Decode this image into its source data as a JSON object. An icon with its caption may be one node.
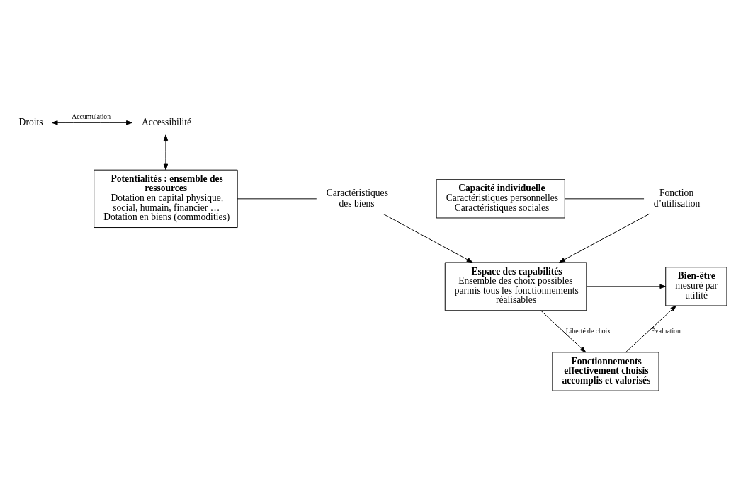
{
  "diagram": {
    "nodes": [
      {
        "text": [
          "Droits"
        ]
      },
      {
        "text": [
          "Accessibilité"
        ]
      },
      {
        "text": [
          "Potentialités : ensemble des ressources",
          "Dotation en capital physique, social, humain, financier …",
          "Dotation en biens (commodities)"
        ]
      },
      {
        "text": [
          "Caractéristiques des biens"
        ]
      },
      {
        "text": [
          "Fonctionnements effectivement choisis accomplis et valorisés"
        ]
      },
      {
        "text": [
          "Espace des capabilités",
          "Ensemble des choix possibles  parmis tous les fonctionnements réalisables"
        ]
      },
      {
        "text": [
          "Bien-être",
          "mesuré par utilité"
        ]
      },
      {
        "text": [
          "Capacité individuelle",
          "Caractéristiques personnelles",
          "Caractéristiques sociales"
        ]
      },
      {
        "text": [
          "Fonction d’utilisation"
        ]
      }
    ],
    "edges": [
      {
        "from": 0,
        "to": 1,
        "arrow": "both",
        "label": "Accumulation"
      },
      {
        "from": 1,
        "to": 2,
        "arrow": "both"
      },
      {
        "from": 2,
        "to": 3,
        "arrow": "none"
      },
      {
        "from": 3,
        "to": 5,
        "arrow": "to"
      },
      {
        "from": 5,
        "to": 4,
        "arrow": "to",
        "label": "Liberté de choix"
      },
      {
        "from": 4,
        "to": 6,
        "arrow": "to",
        "label": "Évaluation"
      },
      {
        "from": 5,
        "to": 6,
        "arrow": "to"
      },
      {
        "from": 7,
        "to": 8,
        "arrow": "none"
      },
      {
        "from": 8,
        "to": 5,
        "arrow": "to"
      }
    ]
  }
}
